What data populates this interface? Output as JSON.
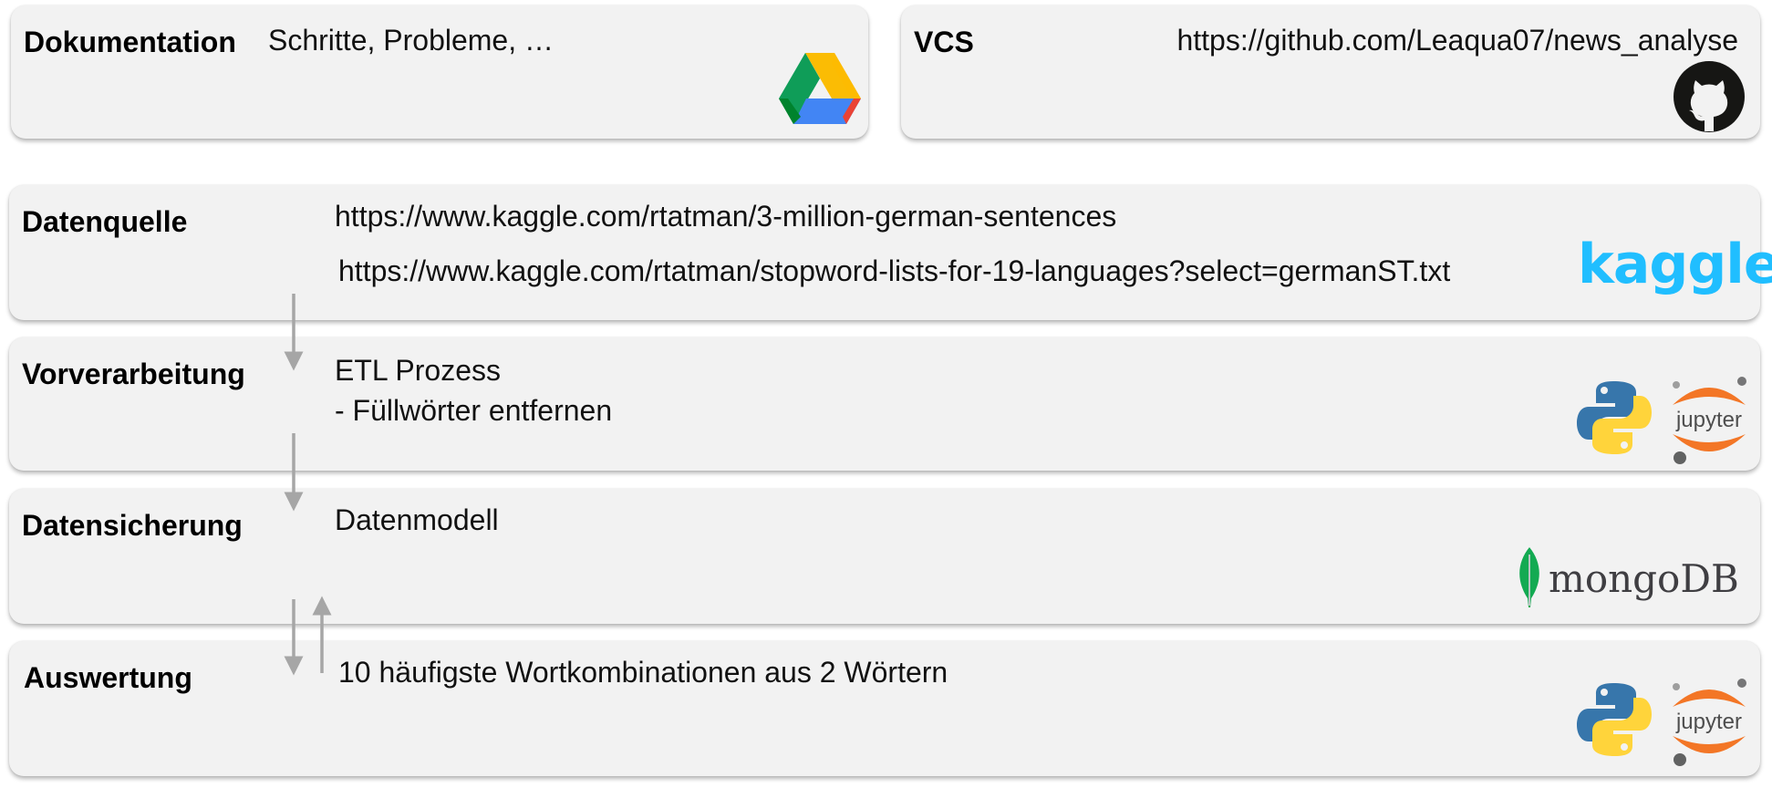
{
  "top": {
    "documentation": {
      "label": "Dokumentation",
      "text": "Schritte, Probleme, …",
      "icon": "google-drive-icon"
    },
    "vcs": {
      "label": "VCS",
      "url": "https://github.com/Leaqua07/news_analyse",
      "icon": "github-icon"
    }
  },
  "pipeline": [
    {
      "label": "Datenquelle",
      "lines": [
        "https://www.kaggle.com/rtatman/3-million-german-sentences",
        "https://www.kaggle.com/rtatman/stopword-lists-for-19-languages?select=germanST.txt"
      ],
      "logo": "kaggle",
      "logo_text": "kaggle"
    },
    {
      "label": "Vorverarbeitung",
      "lines": [
        "ETL Prozess",
        "- Füllwörter entfernen"
      ],
      "logos": [
        "python-icon",
        "jupyter-icon"
      ],
      "jupyter_text": "jupyter"
    },
    {
      "label": "Datensicherung",
      "lines": [
        "Datenmodell"
      ],
      "logo": "mongodb-icon",
      "logo_text": "mongoDB"
    },
    {
      "label": "Auswertung",
      "lines": [
        "10 häufigste Wortkombinationen aus 2 Wörtern"
      ],
      "logos": [
        "python-icon",
        "jupyter-icon"
      ],
      "jupyter_text": "jupyter"
    }
  ],
  "colors": {
    "card_background": "#f2f2f2",
    "arrow": "#a6a6a6",
    "kaggle": "#20beff",
    "jupyter_orange": "#f37626",
    "mongodb_green": "#13aa52",
    "python_blue": "#3776ab",
    "python_yellow": "#ffd43b"
  }
}
